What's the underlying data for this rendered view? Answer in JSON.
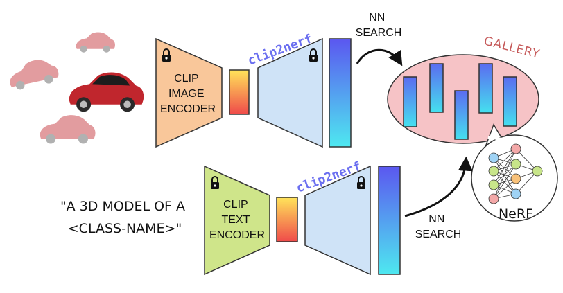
{
  "image_branch": {
    "encoder_label": [
      "CLIP",
      "IMAGE",
      "ENCODER"
    ],
    "decoder_label": "clip2nerf",
    "search_label": [
      "NN",
      "SEARCH"
    ]
  },
  "text_branch": {
    "prompt": [
      "\"A 3D MODEL OF A",
      "<CLASS-NAME>\""
    ],
    "encoder_label": [
      "CLIP",
      "TEXT",
      "ENCODER"
    ],
    "decoder_label": "clip2nerf",
    "search_label": [
      "NN",
      "SEARCH"
    ]
  },
  "gallery": {
    "label": "GALLERY"
  },
  "nerf": {
    "label": "NeRF"
  },
  "colors": {
    "image_encoder": "#f9c79a",
    "text_encoder": "#cfe58a",
    "decoder": "#cfe3f7",
    "gallery": "#f6c3c6",
    "car": "#c0262d"
  }
}
